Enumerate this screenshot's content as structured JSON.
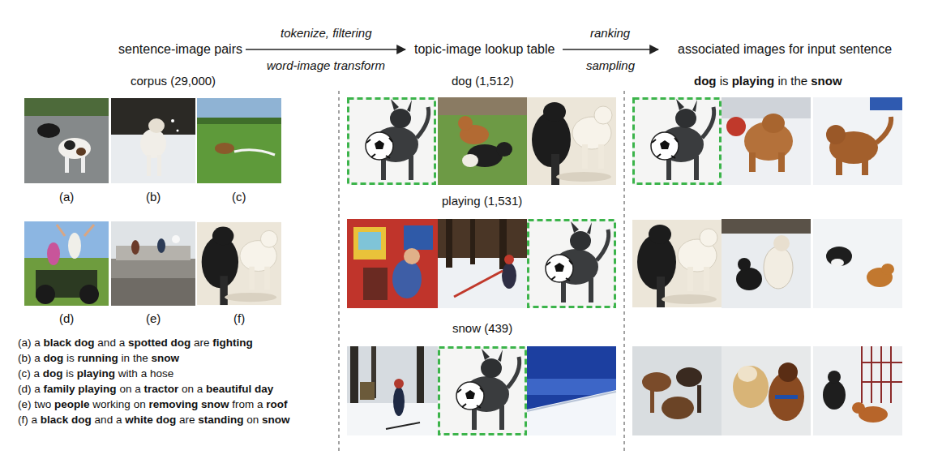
{
  "diagram": {
    "labels": [
      "sentence-image pairs",
      "tokenize, filtering",
      "word-image transform",
      "topic-image lookup table",
      "ranking",
      "sampling",
      "associated images for input sentence",
      "corpus (29,000)",
      "dog (1,512)",
      "dog is playing in the snow",
      "(a)",
      "(b)",
      "(c)",
      "(d)",
      "(e)",
      "(f)",
      "(a) a black dog and a spotted dog are fighting",
      "(b) a dog is running in the snow",
      "(c) a dog is playing with a hose",
      "(d) a family playing on a tractor on a beautiful day",
      "(e) two people working on removing snow from a roof",
      "(f) a black dog and a white dog are standing on snow",
      "playing (1,531)",
      "snow (439)"
    ]
  }
}
